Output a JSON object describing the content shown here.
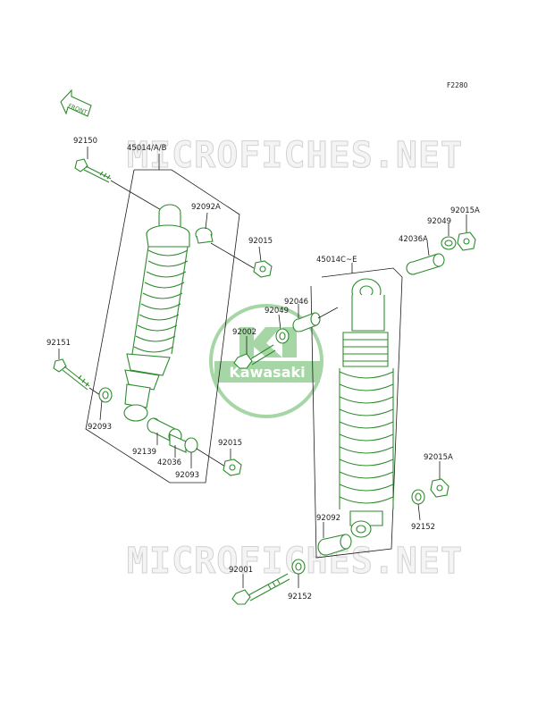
{
  "diagram": {
    "code": "F2280",
    "front_label": "FRONT",
    "watermark_text": "MICROFICHES.NET",
    "logo_text": "Kawasaki",
    "part_color": "#2e8b2e",
    "logo_color": "#a6d6a6",
    "parts": {
      "p92150": "92150",
      "p45014": "45014/A/B",
      "p92092a": "92092A",
      "p92015_top": "92015",
      "p92151": "92151",
      "p92093_left": "92093",
      "p92139": "92139",
      "p42036_left": "42036",
      "p92093_right": "92093",
      "p92015_bottom": "92015",
      "p92049_top": "92049",
      "p92015a_top": "92015A",
      "p42036a": "42036A",
      "p45014c": "45014C~E",
      "p92046": "92046",
      "p92049_mid": "92049",
      "p92002": "92002",
      "p92015a_bottom": "92015A",
      "p92152_right": "92152",
      "p92092": "92092",
      "p92001": "92001",
      "p92152_bottom": "92152"
    }
  }
}
